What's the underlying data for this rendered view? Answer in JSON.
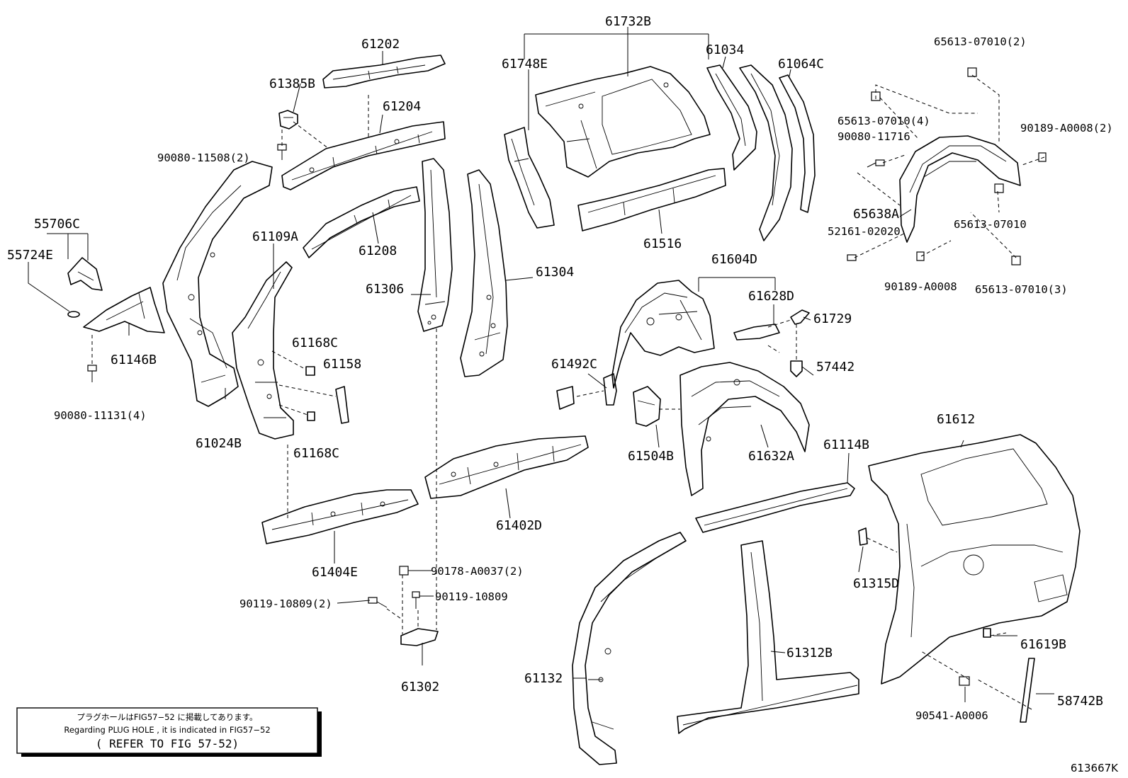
{
  "labels": {
    "p61732B": "61732B",
    "p61202": "61202",
    "p61748E": "61748E",
    "p61034": "61034",
    "p61064C": "61064C",
    "p65613_07010_2": "65613-07010(2)",
    "p61385B": "61385B",
    "p61204": "61204",
    "p65613_07010_4": "65613-07010(4)",
    "p90080_11716": "90080-11716",
    "p90189_A0008_2": "90189-A0008(2)",
    "p90080_11508_2": "90080-11508(2)",
    "p65638A": "65638A",
    "p55706C": "55706C",
    "p61109A": "61109A",
    "p61208": "61208",
    "p61516": "61516",
    "p65613_07010": "65613-07010",
    "p52161_02020": "52161-02020",
    "p55724E": "55724E",
    "p61304": "61304",
    "p61604D": "61604D",
    "p90189_A0008": "90189-A0008",
    "p65613_07010_3": "65613-07010(3)",
    "p61306": "61306",
    "p61628D": "61628D",
    "p61729": "61729",
    "p61146B": "61146B",
    "p61168C_a": "61168C",
    "p61158": "61158",
    "p61492C": "61492C",
    "p57442": "57442",
    "p90080_11131_4": "90080-11131(4)",
    "p61024B": "61024B",
    "p61168C_b": "61168C",
    "p61612": "61612",
    "p61504B": "61504B",
    "p61632A": "61632A",
    "p61114B": "61114B",
    "p61402D": "61402D",
    "p90178_A0037_2": "90178-A0037(2)",
    "p61404E": "61404E",
    "p61315D": "61315D",
    "p90119_10809": "90119-10809",
    "p90119_10809_2": "90119-10809(2)",
    "p61312B": "61312B",
    "p61619B": "61619B",
    "p61132": "61132",
    "p61302": "61302",
    "p58742B": "58742B",
    "p90541_A0006": "90541-A0006"
  },
  "note": {
    "line_jp": "プラグホールはFIG57−52 に掲載してあります。",
    "line_en": "Regarding PLUG HOLE , it is indicated in FIG57−52",
    "line_ref": "( REFER TO FIG 57-52)"
  },
  "figure_code": "613667K"
}
